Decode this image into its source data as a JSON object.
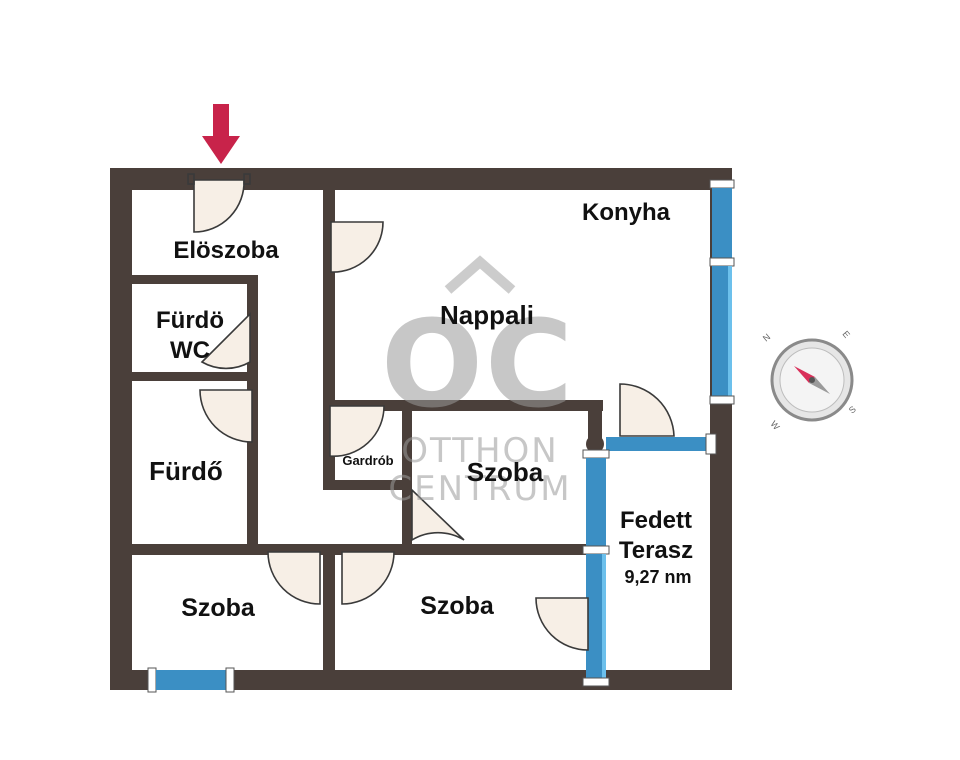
{
  "rooms": {
    "eloszoba": "Elöszoba",
    "konyha": "Konyha",
    "nappali": "Nappali",
    "furdo_wc_1": "Fürdö",
    "furdo_wc_2": "WC",
    "furdo": "Fürdő",
    "gardrob": "Gardrób",
    "szoba_center": "Szoba",
    "szoba_bottom_left": "Szoba",
    "szoba_bottom_mid": "Szoba",
    "terasz_1": "Fedett",
    "terasz_2": "Terasz",
    "terasz_area": "9,27 nm"
  },
  "watermark": {
    "logo": "OC",
    "line1": "OTTHON",
    "line2": "CENTRUM"
  },
  "compass": {
    "n": "N",
    "e": "E",
    "s": "S",
    "w": "W"
  },
  "colors": {
    "wall": "#4a3f3a",
    "window": "#3b8fc4",
    "entrance_arrow": "#c8234a",
    "compass_needle": "#d9305a"
  },
  "icons": {
    "entrance": "arrow-down-icon",
    "compass": "compass-icon"
  }
}
